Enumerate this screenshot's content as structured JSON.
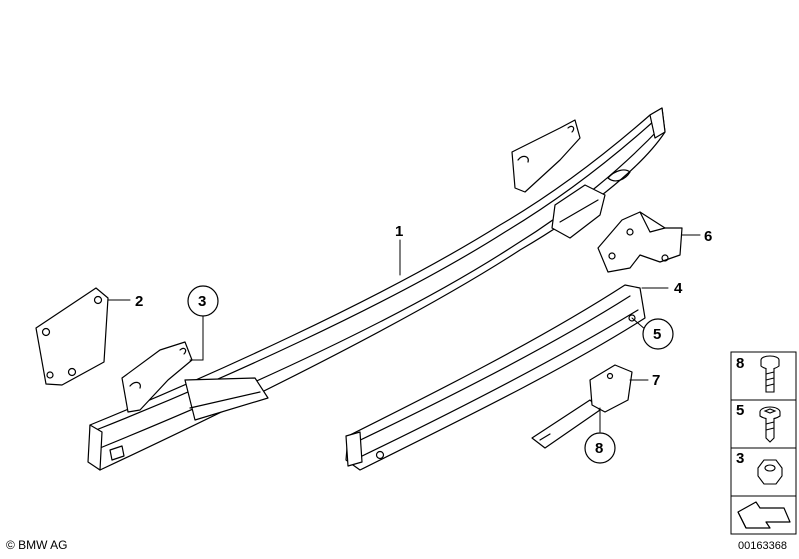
{
  "callouts": {
    "c1": "1",
    "c2": "2",
    "c3": "3",
    "c4": "4",
    "c5": "5",
    "c6": "6",
    "c7": "7",
    "c8": "8"
  },
  "legend": {
    "items": [
      {
        "number": "8",
        "icon": "hex-bolt-icon"
      },
      {
        "number": "5",
        "icon": "torx-screw-icon"
      },
      {
        "number": "3",
        "icon": "hex-nut-icon"
      }
    ],
    "direction_icon": "forward-arrow-icon"
  },
  "footer": {
    "copyright": "© BMW AG",
    "diagram_id": "00163368"
  }
}
